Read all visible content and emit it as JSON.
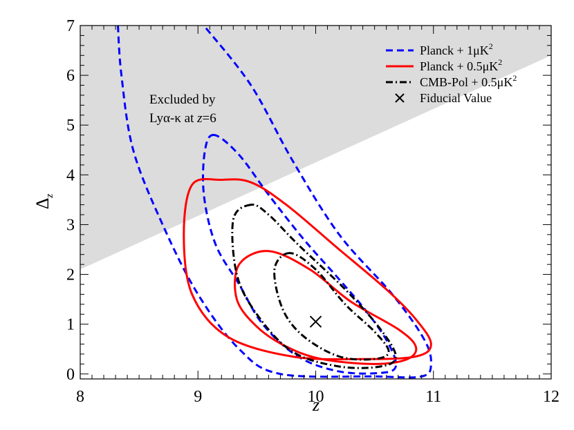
{
  "chart_data": {
    "type": "contour",
    "xlabel": "z",
    "ylabel": "Δz",
    "xlim": [
      8,
      12
    ],
    "ylim": [
      -0.1,
      7.0
    ],
    "x_ticks": [
      "8",
      "9",
      "10",
      "11",
      "12"
    ],
    "y_ticks": [
      "0",
      "1",
      "2",
      "3",
      "4",
      "5",
      "6",
      "7"
    ],
    "excluded_region": {
      "color": "#dcdcdc",
      "boundary": [
        [
          8.0,
          2.1
        ],
        [
          12.0,
          6.4
        ]
      ],
      "label_line1": "Excluded by",
      "label_line2_prefix": "Lyα-κ at ",
      "label_line2_var": "z",
      "label_line2_suffix": "=6"
    },
    "fiducial": {
      "x": 10.0,
      "y": 1.05
    },
    "legend": {
      "position": "top-right",
      "items": [
        {
          "key": "planck1",
          "prefix": "Planck + 1μK",
          "superscript": "2",
          "color": "#0000ff",
          "dash": "10,6",
          "width": 3
        },
        {
          "key": "planck05",
          "prefix": "Planck + 0.5μK",
          "superscript": "2",
          "color": "#ff0000",
          "dash": "",
          "width": 3
        },
        {
          "key": "cmbpol",
          "prefix": "CMB-Pol + 0.5μK",
          "superscript": "2",
          "color": "#000000",
          "dash": "10,4,2,4",
          "width": 3
        },
        {
          "key": "fiducial",
          "prefix": "Fiducial Value",
          "superscript": "",
          "color": "#000000",
          "dash": "",
          "width": 2
        }
      ]
    },
    "series": [
      {
        "key": "planck1",
        "color": "#0000ff",
        "dash": "10,6",
        "contours": [
          {
            "level": "68%",
            "points": [
              [
                9.14,
                4.8
              ],
              [
                9.06,
                4.5
              ],
              [
                9.05,
                3.6
              ],
              [
                9.15,
                2.6
              ],
              [
                9.35,
                1.8
              ],
              [
                9.55,
                1.0
              ],
              [
                9.85,
                0.35
              ],
              [
                10.2,
                0.05
              ],
              [
                10.55,
                0.02
              ],
              [
                10.68,
                0.15
              ],
              [
                10.62,
                0.6
              ],
              [
                10.45,
                1.2
              ],
              [
                10.2,
                1.9
              ],
              [
                9.9,
                2.7
              ],
              [
                9.6,
                3.6
              ],
              [
                9.35,
                4.4
              ],
              [
                9.14,
                4.8
              ]
            ]
          },
          {
            "level": "95%",
            "points": [
              [
                8.32,
                7.0
              ],
              [
                8.35,
                6.0
              ],
              [
                8.45,
                4.5
              ],
              [
                8.7,
                3.0
              ],
              [
                9.0,
                1.6
              ],
              [
                9.35,
                0.5
              ],
              [
                9.7,
                0.0
              ],
              [
                10.5,
                -0.05
              ],
              [
                10.9,
                -0.05
              ],
              [
                10.98,
                0.2
              ],
              [
                10.92,
                0.7
              ],
              [
                10.65,
                1.6
              ],
              [
                10.2,
                2.8
              ],
              [
                9.8,
                4.3
              ],
              [
                9.45,
                5.8
              ],
              [
                9.05,
                7.0
              ]
            ]
          }
        ]
      },
      {
        "key": "planck05",
        "color": "#ff0000",
        "dash": "",
        "contours": [
          {
            "level": "68%",
            "points": [
              [
                9.6,
                2.47
              ],
              [
                9.35,
                2.2
              ],
              [
                9.33,
                1.5
              ],
              [
                9.5,
                0.95
              ],
              [
                9.75,
                0.55
              ],
              [
                10.05,
                0.3
              ],
              [
                10.5,
                0.2
              ],
              [
                10.78,
                0.3
              ],
              [
                10.85,
                0.55
              ],
              [
                10.7,
                0.9
              ],
              [
                10.3,
                1.45
              ],
              [
                9.95,
                2.1
              ],
              [
                9.6,
                2.47
              ]
            ]
          },
          {
            "level": "95%",
            "points": [
              [
                9.2,
                3.9
              ],
              [
                8.95,
                3.8
              ],
              [
                8.88,
                2.8
              ],
              [
                8.95,
                1.6
              ],
              [
                9.25,
                0.75
              ],
              [
                9.8,
                0.35
              ],
              [
                10.4,
                0.3
              ],
              [
                10.85,
                0.35
              ],
              [
                10.98,
                0.6
              ],
              [
                10.85,
                1.1
              ],
              [
                10.6,
                1.7
              ],
              [
                10.2,
                2.5
              ],
              [
                9.75,
                3.4
              ],
              [
                9.45,
                3.85
              ],
              [
                9.2,
                3.9
              ]
            ]
          }
        ]
      },
      {
        "key": "cmbpol",
        "color": "#000000",
        "dash": "10,4,2,4",
        "contours": [
          {
            "level": "68%",
            "points": [
              [
                9.78,
                2.43
              ],
              [
                9.65,
                2.1
              ],
              [
                9.72,
                1.3
              ],
              [
                9.9,
                0.75
              ],
              [
                10.2,
                0.35
              ],
              [
                10.5,
                0.3
              ],
              [
                10.62,
                0.45
              ],
              [
                10.5,
                0.85
              ],
              [
                10.25,
                1.4
              ],
              [
                10.0,
                2.1
              ],
              [
                9.78,
                2.43
              ]
            ]
          },
          {
            "level": "95%",
            "points": [
              [
                9.45,
                3.4
              ],
              [
                9.3,
                3.1
              ],
              [
                9.33,
                2.0
              ],
              [
                9.5,
                1.2
              ],
              [
                9.8,
                0.45
              ],
              [
                10.2,
                0.15
              ],
              [
                10.55,
                0.15
              ],
              [
                10.68,
                0.35
              ],
              [
                10.55,
                0.9
              ],
              [
                10.25,
                1.7
              ],
              [
                9.85,
                2.6
              ],
              [
                9.6,
                3.2
              ],
              [
                9.45,
                3.4
              ]
            ]
          }
        ]
      }
    ]
  }
}
